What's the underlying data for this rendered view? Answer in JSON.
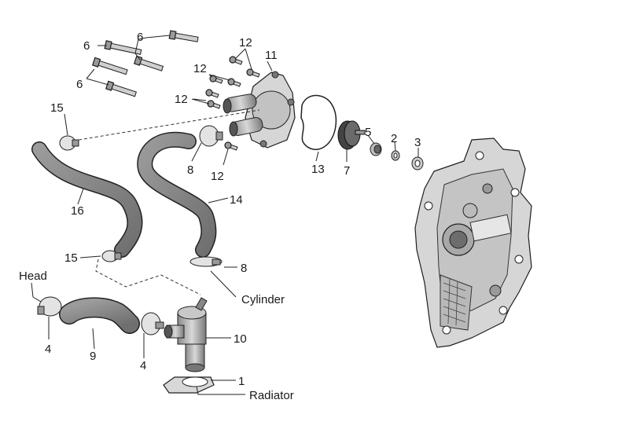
{
  "labels": {
    "n1": "1",
    "n2": "2",
    "n3": "3",
    "n4a": "4",
    "n4b": "4",
    "n5": "5",
    "n6a": "6",
    "n6b": "6",
    "n6c": "6",
    "n7": "7",
    "n8a": "8",
    "n8b": "8",
    "n9": "9",
    "n10": "10",
    "n11": "11",
    "n12a": "12",
    "n12b": "12",
    "n12c": "12",
    "n12d": "12",
    "n13": "13",
    "n14": "14",
    "n15a": "15",
    "n15b": "15",
    "n16": "16"
  },
  "words": {
    "head": "Head",
    "cylinder": "Cylinder",
    "radiator": "Radiator"
  }
}
